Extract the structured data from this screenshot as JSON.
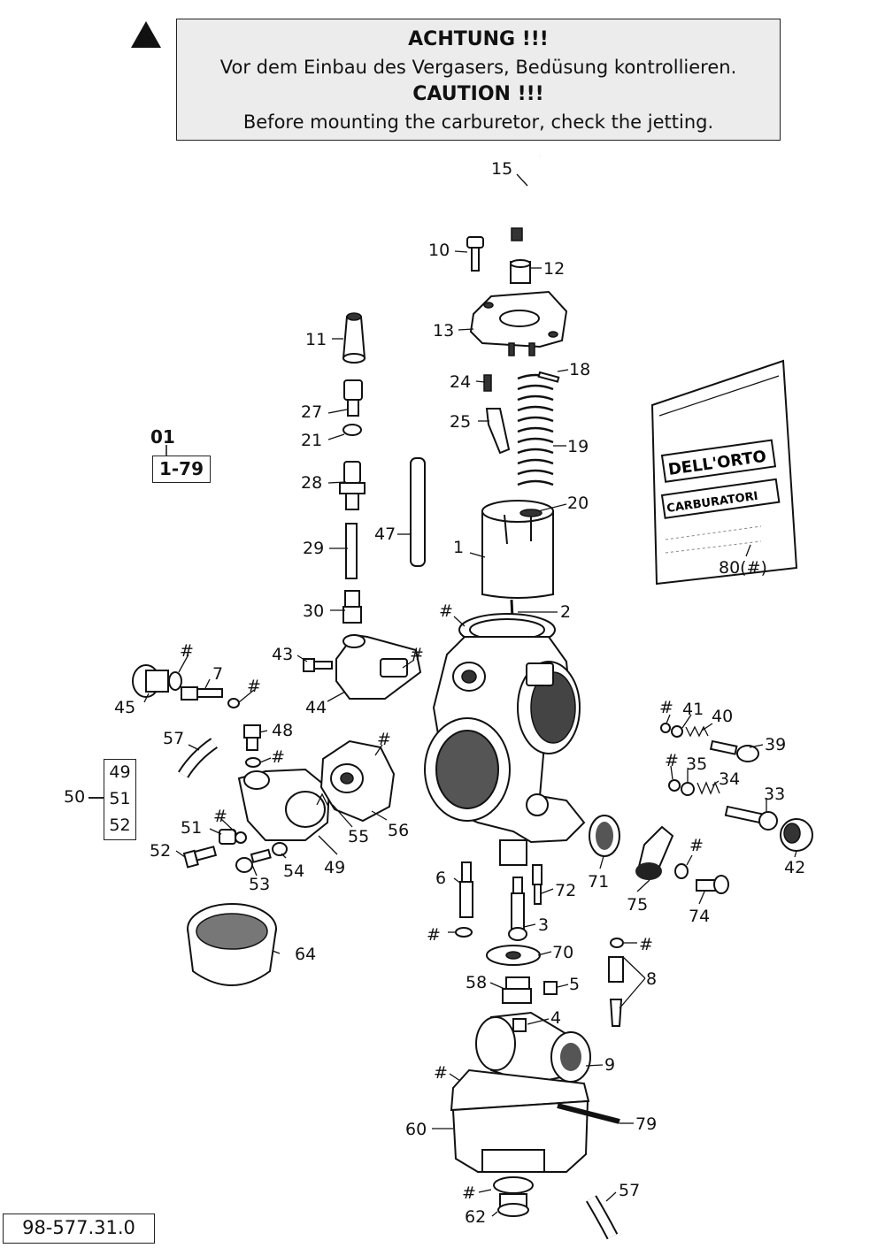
{
  "caution": {
    "de_title": "ACHTUNG !!!",
    "de_text": "Vor dem Einbau des Vergasers, Bedüsung kontrollieren.",
    "en_title": "CAUTION !!!",
    "en_text": "Before mounting the carburetor, check the jetting."
  },
  "assembly": {
    "number": "01",
    "range": "1-79"
  },
  "group": {
    "label": "50",
    "items": [
      "49",
      "51",
      "52"
    ]
  },
  "document_number": "98-577.31.0",
  "callouts": [
    "15",
    "10",
    "12",
    "13",
    "11",
    "24",
    "18",
    "25",
    "19",
    "27",
    "21",
    "28",
    "20",
    "1",
    "47",
    "29",
    "80(#)",
    "30",
    "#",
    "2",
    "43",
    "#",
    "#",
    "7",
    "#",
    "45",
    "44",
    "41",
    "#",
    "40",
    "39",
    "57",
    "48",
    "#",
    "#",
    "#",
    "35",
    "34",
    "33",
    "51",
    "#",
    "55",
    "56",
    "52",
    "53",
    "54",
    "49",
    "42",
    "6",
    "71",
    "#",
    "72",
    "75",
    "74",
    "3",
    "#",
    "64",
    "70",
    "#",
    "58",
    "5",
    "8",
    "4",
    "9",
    "#",
    "79",
    "60",
    "57",
    "#",
    "62"
  ],
  "decal": {
    "brand": "DELL'ORTO",
    "text": "CARBURATORI"
  }
}
